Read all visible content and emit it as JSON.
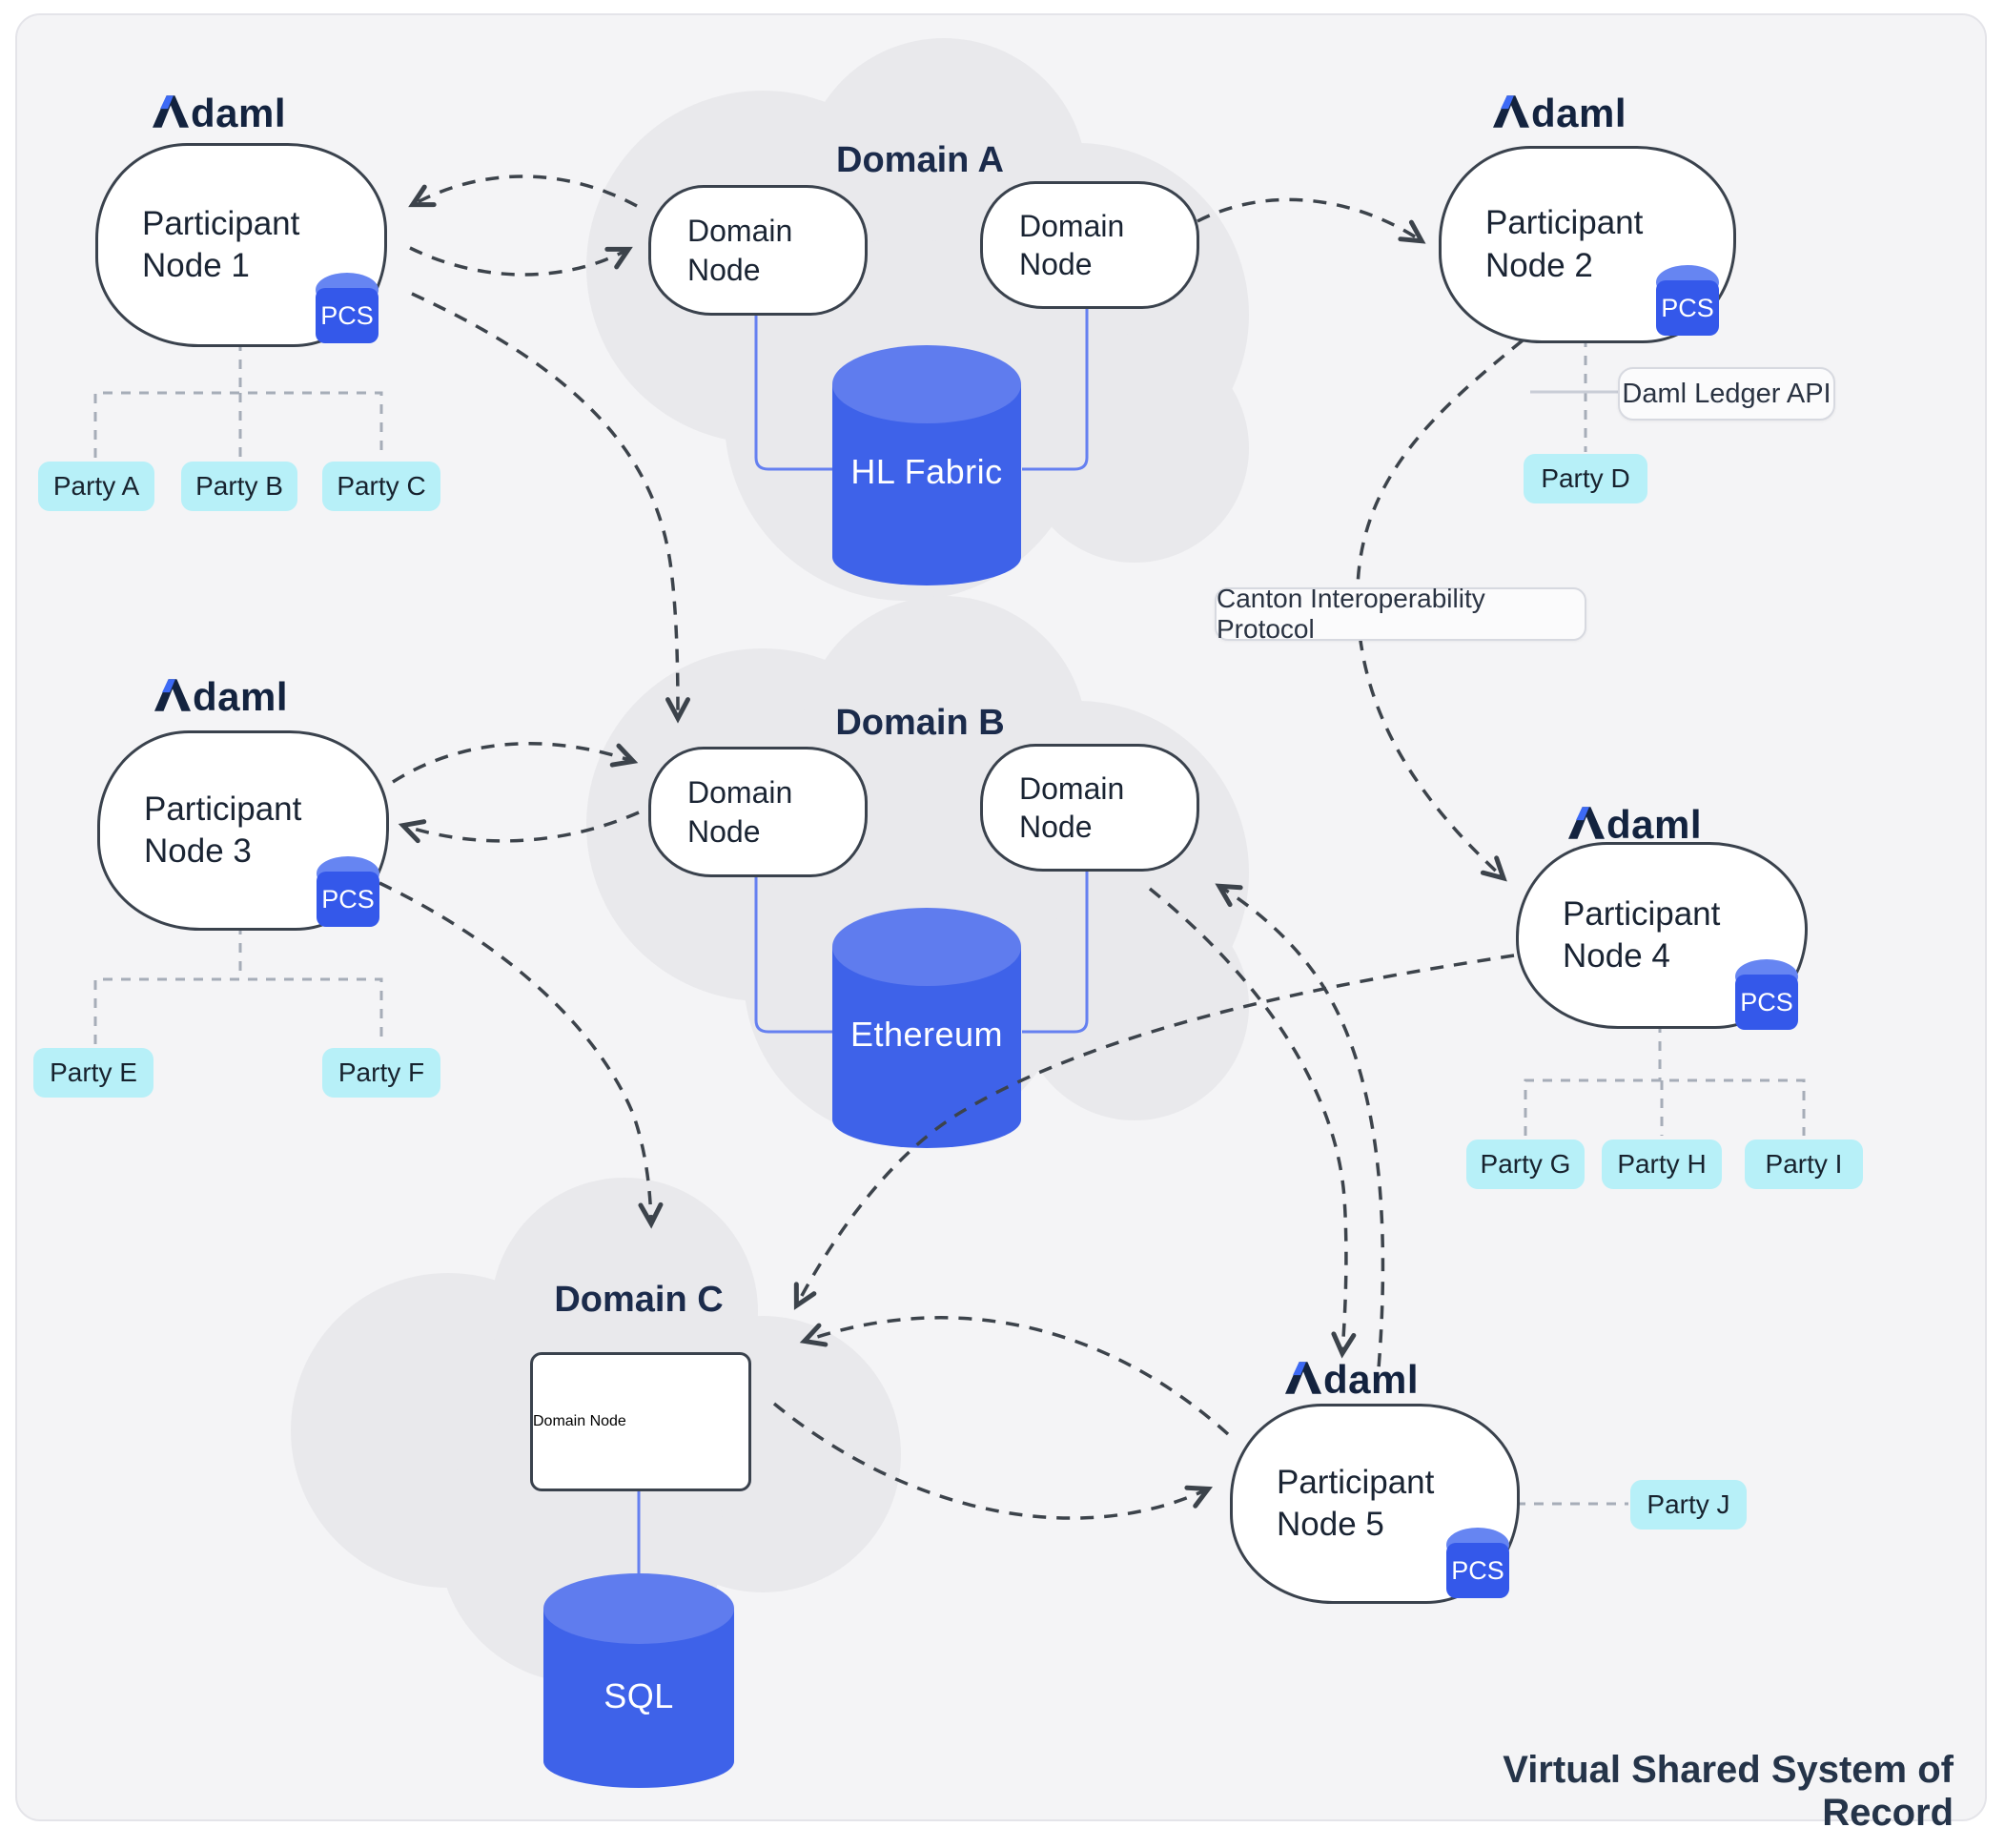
{
  "logo": {
    "text": "daml"
  },
  "badges": {
    "pcs": "PCS"
  },
  "participants": [
    {
      "label": "Participant Node 1"
    },
    {
      "label": "Participant Node 2"
    },
    {
      "label": "Participant Node 3"
    },
    {
      "label": "Participant Node 4"
    },
    {
      "label": "Participant Node 5"
    }
  ],
  "domains": [
    {
      "title": "Domain A",
      "ledger": "HL Fabric",
      "nodes": [
        "Domain Node",
        "Domain Node"
      ]
    },
    {
      "title": "Domain B",
      "ledger": "Ethereum",
      "nodes": [
        "Domain Node",
        "Domain Node"
      ]
    },
    {
      "title": "Domain C",
      "ledger": "SQL",
      "nodes": [
        "Domain Node"
      ]
    }
  ],
  "parties": [
    "Party A",
    "Party B",
    "Party C",
    "Party D",
    "Party E",
    "Party F",
    "Party G",
    "Party H",
    "Party I",
    "Party J"
  ],
  "labels": {
    "canton": "Canton Interoperability Protocol",
    "daml_ledger_api": "Daml Ledger API",
    "footer": "Virtual Shared System of Record"
  },
  "colors": {
    "accent_blue": "#3e62e9",
    "cylinder_top": "#5f7cee",
    "party_cyan": "#b7f0f8",
    "navy": "#1b2b4b",
    "cloud_gray": "#e9e9ec",
    "arrow_dark": "#3c434b"
  }
}
